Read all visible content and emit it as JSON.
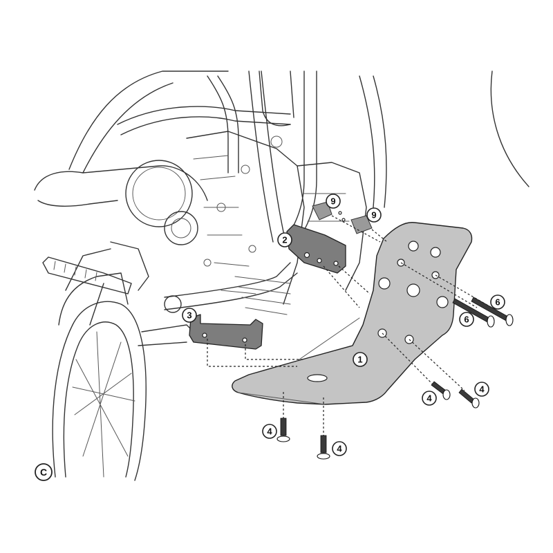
{
  "callouts": {
    "c1": "1",
    "c2": "2",
    "c3": "3",
    "c4a": "4",
    "c4b": "4",
    "c4c": "4",
    "c4d": "4",
    "c6a": "6",
    "c6b": "6",
    "c9a": "9",
    "c9b": "9"
  },
  "view_label": "C"
}
